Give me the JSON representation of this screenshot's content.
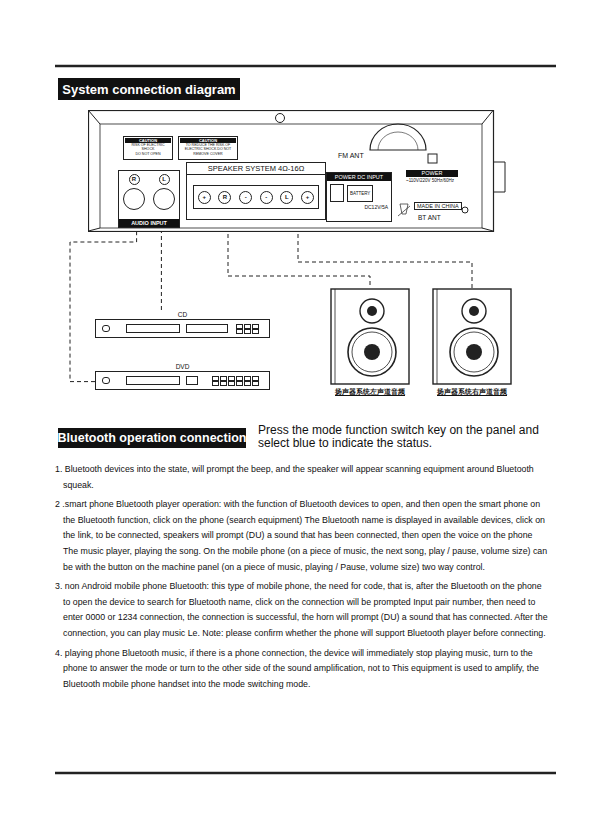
{
  "diagram": {
    "title": "System connection diagram",
    "nodes": [
      {
        "text": [
          "System connection diagram"
        ]
      },
      {
        "text": [
          "FM ANT",
          "BT ANT",
          "MADE IN CHINA"
        ]
      },
      {
        "text": [
          "R",
          "L",
          "AUDIO INPUT"
        ],
        "in": 1
      },
      {
        "text": [
          "CAUTION",
          "RISK OF ELECTRIC SHOCK",
          "DO NOT OPEN"
        ],
        "in": 1
      },
      {
        "text": [
          "CAUTION",
          "TO REDUCE THE RISK OF ELECTRIC SHOCK DO NOT REMOVE COVER"
        ],
        "in": 1
      },
      {
        "text": [
          "SPEAKER SYSTEM 4Ω-16Ω",
          "+",
          "R",
          "-",
          "-",
          "L",
          "+"
        ],
        "in": 1
      },
      {
        "text": [
          "POWER DC INPUT",
          "BATTERY",
          "DC12V/5A"
        ],
        "in": 1
      },
      {
        "text": [
          "POWER",
          "~110V/220V 50Hz/60Hz"
        ],
        "in": 1
      },
      {
        "text": [
          "CD"
        ]
      },
      {
        "text": [
          "DVD"
        ]
      },
      {
        "text": [
          "扬声器系统左声道音频"
        ]
      },
      {
        "text": [
          "扬声器系统右声道音频"
        ]
      },
      {
        "text": [
          "Bluetooth operation connection"
        ]
      }
    ],
    "edges": [
      {
        "from": 8,
        "to": 2,
        "arrow": "none"
      },
      {
        "from": 9,
        "to": 2,
        "arrow": "none"
      },
      {
        "from": 5,
        "to": 10,
        "arrow": "none"
      },
      {
        "from": 5,
        "to": 11,
        "arrow": "none"
      }
    ],
    "labels": [
      "Press the mode function switch key on the panel and select blue to indicate the status.",
      "1. Bluetooth devices into the state, will prompt the beep, and the speaker will appear scanning equipment around Bluetooth squeak.",
      "2 .smart phone Bluetooth player operation: with the function of Bluetooth devices to open, and then open the smart phone on the Bluetooth function, click on the phone (search equipment) The Bluetooth name is displayed in available devices, click on the link, to be connected, speakers will prompt (DU) a sound that has been connected, then open the voice on the phone The music player, playing the song. On the mobile phone (on a piece of music, the next song, play / pause, volume size) can be with the button on the machine panel (on a piece of music, playing / Pause, volume size) two way control.",
      "3. non Android mobile phone Bluetooth: this type of mobile phone, the need for code, that is, after the Bluetooth on the phone to open the device to search for Bluetooth name, click on the connection will be prompted Input pair number, then need to enter 0000 or 1234 connection, the connection is successful, the horn will prompt (DU) a sound that has connected. After the connection, you can play music Le. Note: please confirm whether the phone will support Bluetooth player before connecting.",
      "4. playing phone Bluetooth music, if there is a phone connection, the device will immediately stop playing music, turn to the phone to answer the mode or turn to the other side of the sound amplification, not to This equipment is used to amplify, the Bluetooth mobile phone handset into the mode switching mode."
    ]
  }
}
